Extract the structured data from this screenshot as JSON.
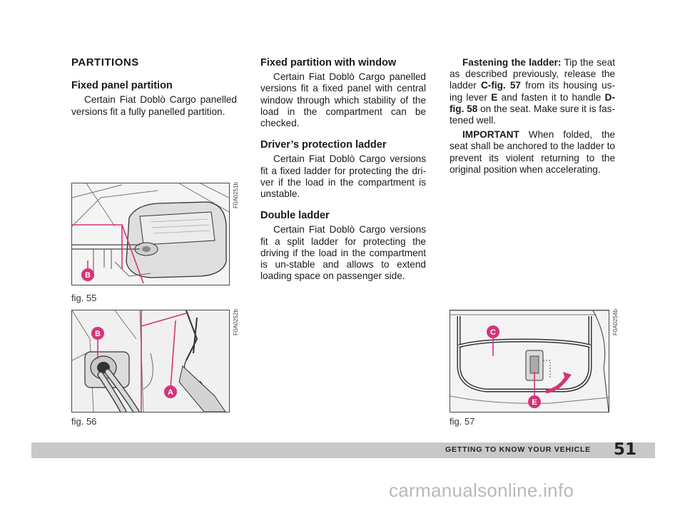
{
  "col1": {
    "heading": "PARTITIONS",
    "sub": "Fixed panel partition",
    "body": "Certain Fiat Doblò Cargo panelled versions fit a fully panelled partition."
  },
  "col2": {
    "sec1_title": "Fixed partition with window",
    "sec1_body": "Certain Fiat Doblò Cargo panelled versions fit a fixed panel with central window through which stability of the load in the compartment can be checked.",
    "sec2_title": "Driver’s protection ladder",
    "sec2_body": "Certain Fiat Doblò Cargo versions fit a fixed ladder for protecting the dri-ver if the load in the compartment is unstable.",
    "sec3_title": "Double ladder",
    "sec3_body": "Certain Fiat Doblò Cargo versions fit a split ladder for protecting the driving if the load in the compartment is un-stable and allows to extend loading space on passenger side."
  },
  "col3": {
    "p1_lead": "Fastening the ladder:",
    "p1_a": " Tip the seat as described previously, release the ladder ",
    "p1_ref1": "C-fig. 57",
    "p1_b": " from its housing us-ing lever ",
    "p1_ref2": "E",
    "p1_c": " and fasten it to handle ",
    "p1_ref3": "D-fig. 58",
    "p1_d": " on the seat. Make sure it is fas-tened well.",
    "p2_lead": "IMPORTANT",
    "p2_body": " When folded, the seat shall be anchored to the ladder to prevent its violent returning to the original position when accelerating."
  },
  "figures": {
    "fig55": {
      "caption": "fig. 55",
      "code": "F0A0251b",
      "labels": [
        "B"
      ]
    },
    "fig56": {
      "caption": "fig. 56",
      "code": "F0A0252b",
      "labels": [
        "B",
        "A"
      ]
    },
    "fig57": {
      "caption": "fig. 57",
      "code": "F0A0254b",
      "labels": [
        "C",
        "E"
      ]
    }
  },
  "footer": {
    "section": "GETTING TO KNOW YOUR VEHICLE",
    "page": "51"
  },
  "watermark": "carmanualsonline.info",
  "colors": {
    "callout": "#d6337a",
    "footer_band": "#c8c8c8"
  }
}
